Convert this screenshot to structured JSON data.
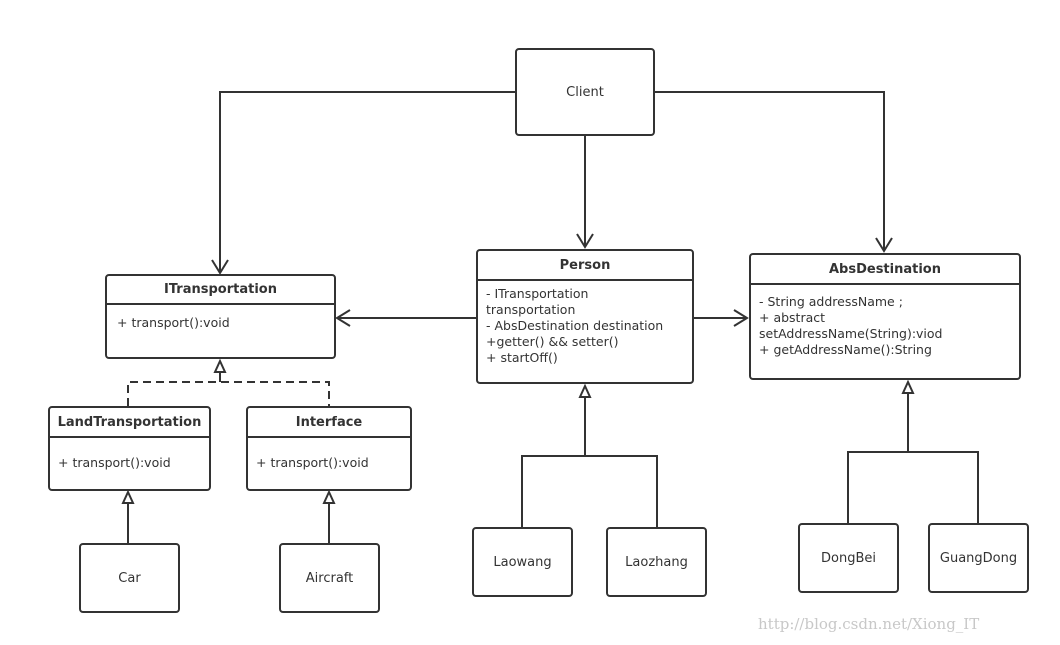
{
  "classes": {
    "client": {
      "name": "Client"
    },
    "itransportation": {
      "name": "ITransportation",
      "members": "+ transport():void"
    },
    "person": {
      "name": "Person",
      "members": "- ITransportation\ntransportation\n- AbsDestination destination\n+getter() && setter()\n+ startOff()"
    },
    "absdestination": {
      "name": "AbsDestination",
      "members": "- String addressName ;\n+ abstract\nsetAddressName(String):viod\n+ getAddressName():String"
    },
    "landtransportation": {
      "name": "LandTransportation",
      "members": "+ transport():void"
    },
    "interface": {
      "name": "Interface",
      "members": "+ transport():void"
    },
    "car": {
      "name": "Car"
    },
    "aircraft": {
      "name": "Aircraft"
    },
    "laowang": {
      "name": "Laowang"
    },
    "laozhang": {
      "name": "Laozhang"
    },
    "dongbei": {
      "name": "DongBei"
    },
    "guangdong": {
      "name": "GuangDong"
    }
  },
  "watermark": "http://blog.csdn.net/Xiong_IT",
  "colors": {
    "line": "#333333",
    "watermark": "#c8c8c8"
  }
}
